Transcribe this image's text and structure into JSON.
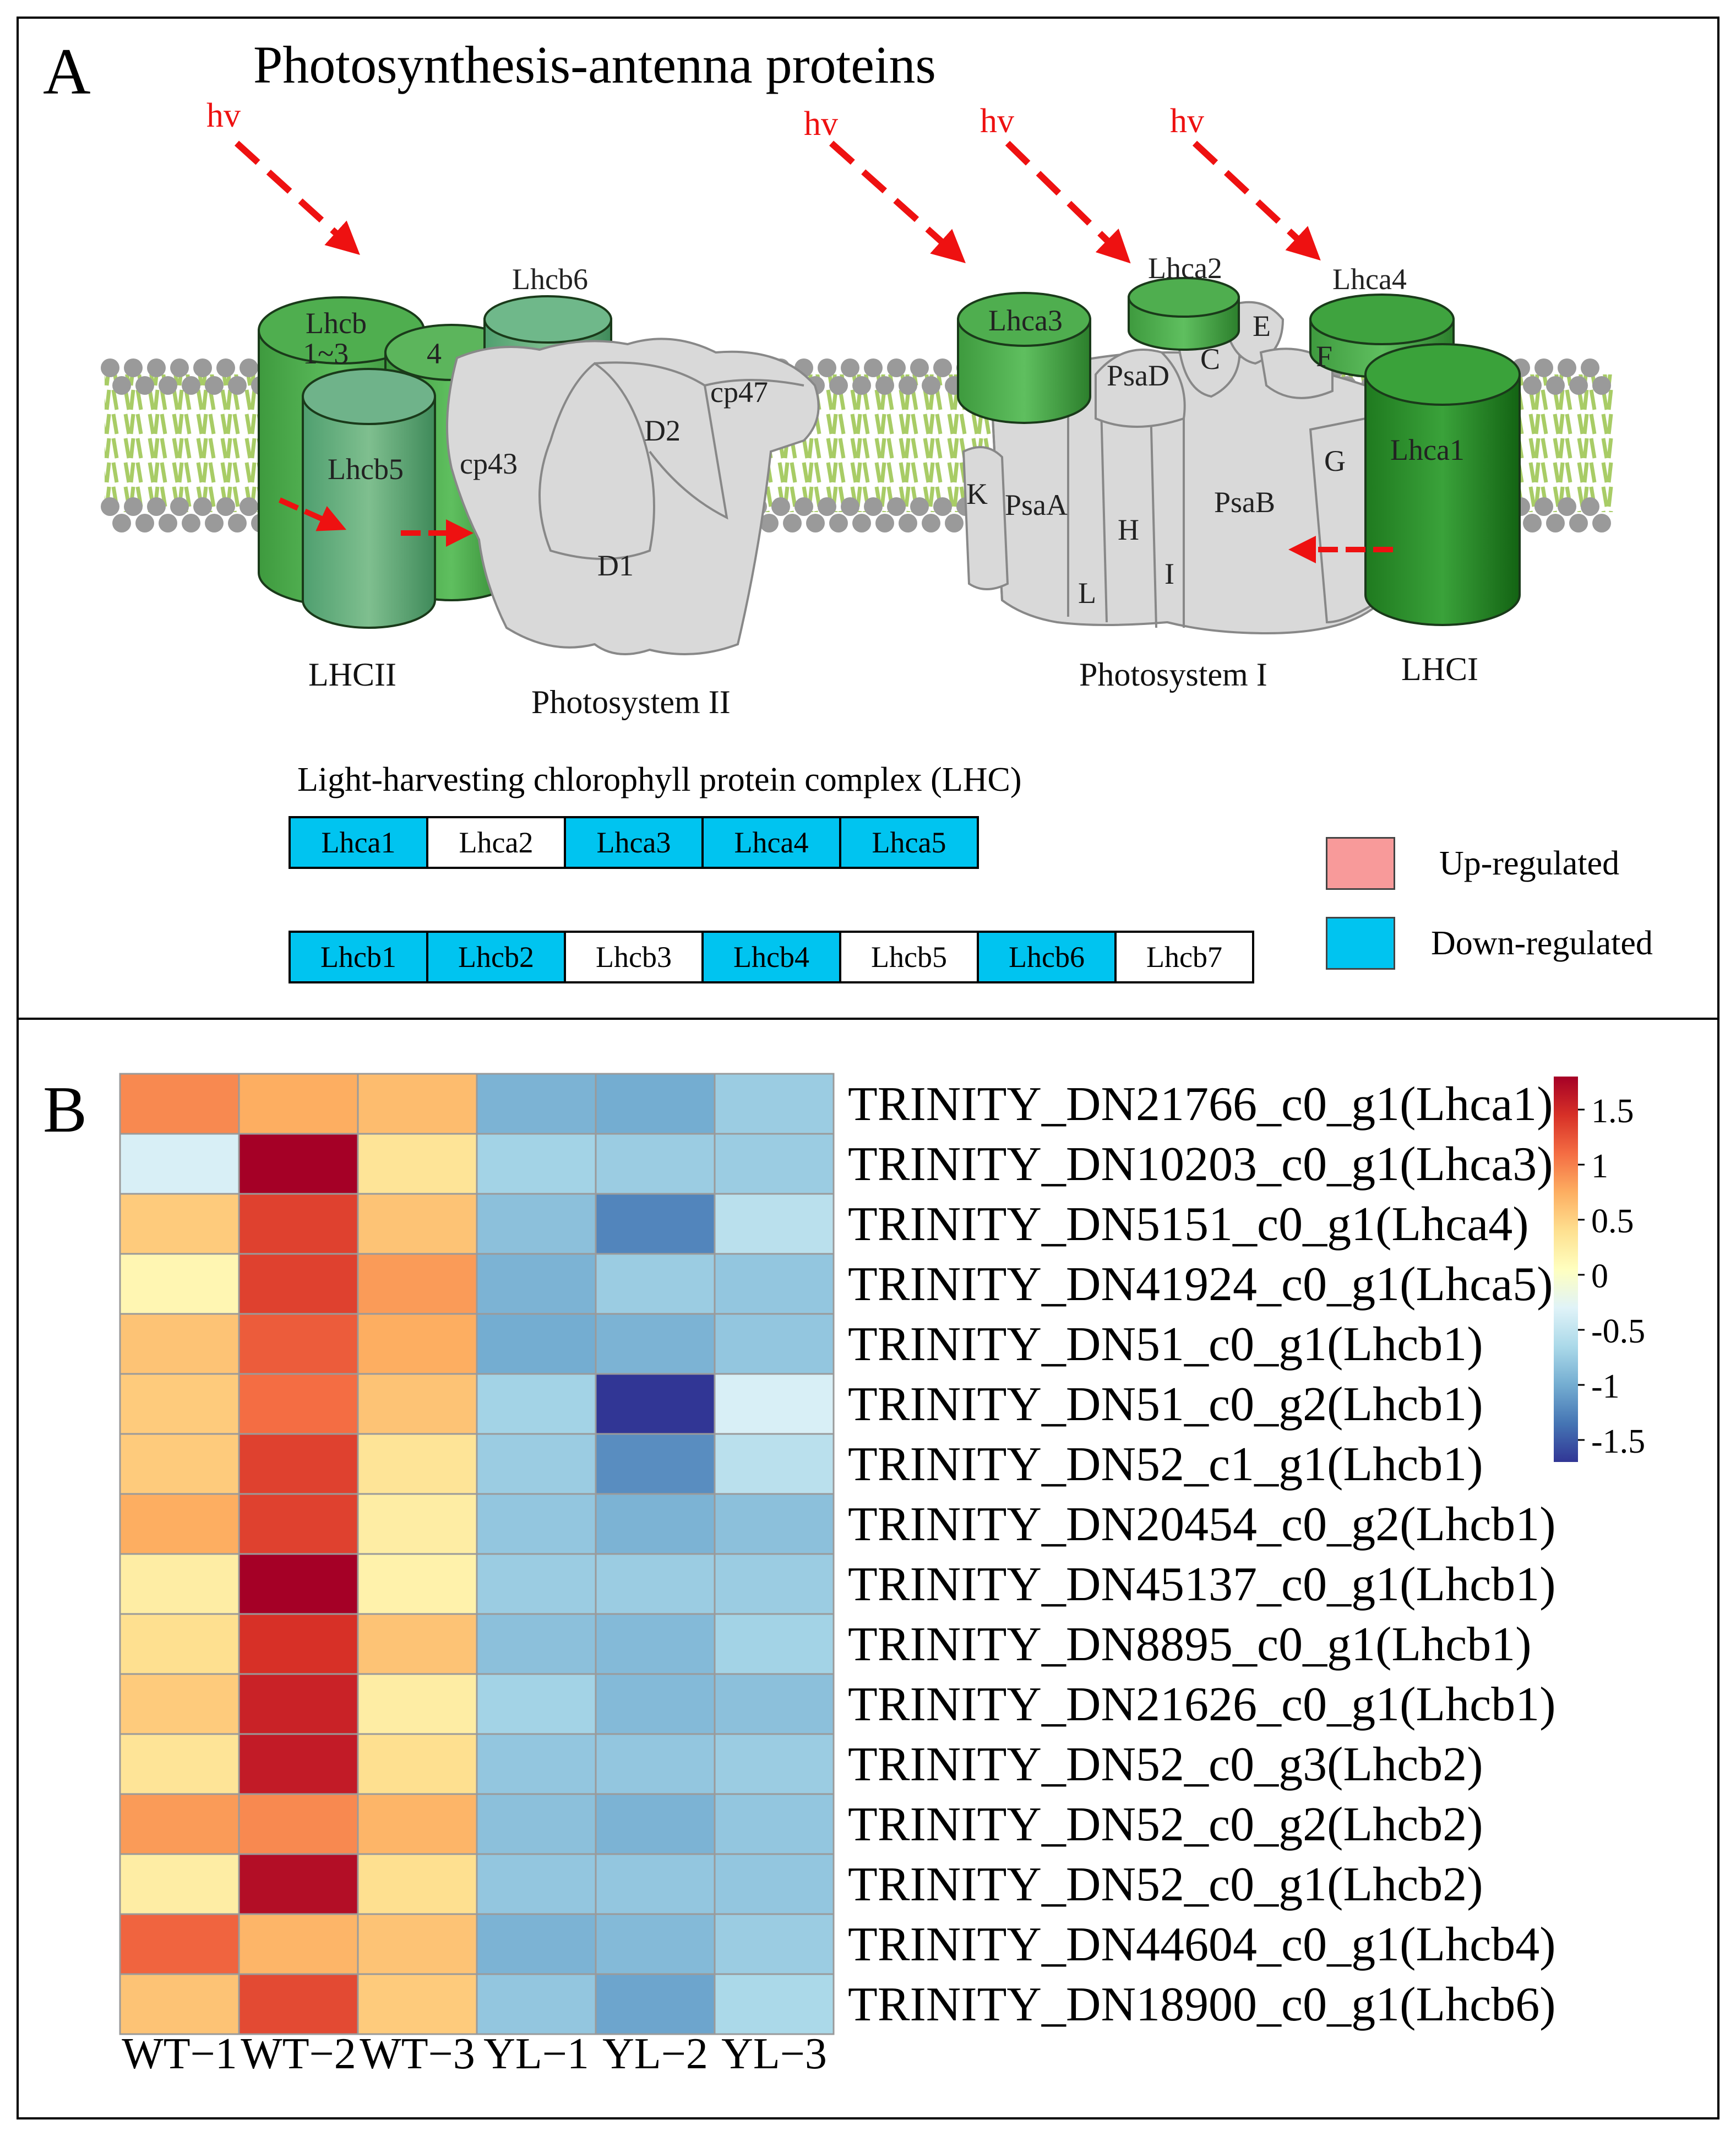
{
  "panel_a": {
    "letter": "A",
    "title": "Photosynthesis-antenna proteins",
    "light_label": "hv",
    "complex_labels": {
      "lhcii": "LHCII",
      "photosystem_ii": "Photosystem II",
      "photosystem_i": "Photosystem I",
      "lhci": "LHCI"
    },
    "protein_labels": {
      "lhcb13": "Lhcb",
      "lhcb13_sub": "1~3",
      "lhcb4": "4",
      "lhcb5": "Lhcb5",
      "lhcb6": "Lhcb6",
      "cp43": "cp43",
      "cp47": "cp47",
      "d1": "D1",
      "d2": "D2",
      "lhca1": "Lhca1",
      "lhca2": "Lhca2",
      "lhca3": "Lhca3",
      "lhca4": "Lhca4",
      "psaa": "PsaA",
      "psab": "PsaB",
      "psad": "PsaD",
      "c": "C",
      "e": "E",
      "f": "F",
      "g": "G",
      "h": "H",
      "i": "I",
      "k": "K",
      "l": "L"
    },
    "lhc_title": "Light-harvesting chlorophyll protein complex (LHC)",
    "lhca_genes": [
      {
        "label": "Lhca1",
        "status": "down"
      },
      {
        "label": "Lhca2",
        "status": "none"
      },
      {
        "label": "Lhca3",
        "status": "down"
      },
      {
        "label": "Lhca4",
        "status": "down"
      },
      {
        "label": "Lhca5",
        "status": "down"
      }
    ],
    "lhcb_genes": [
      {
        "label": "Lhcb1",
        "status": "down"
      },
      {
        "label": "Lhcb2",
        "status": "down"
      },
      {
        "label": "Lhcb3",
        "status": "none"
      },
      {
        "label": "Lhcb4",
        "status": "down"
      },
      {
        "label": "Lhcb5",
        "status": "none"
      },
      {
        "label": "Lhcb6",
        "status": "down"
      },
      {
        "label": "Lhcb7",
        "status": "none"
      }
    ],
    "legend": {
      "up": "Up-regulated",
      "down": "Down-regulated"
    },
    "colors": {
      "up": "#f89a9a",
      "down": "#00c4f0",
      "none": "#ffffff",
      "arrow": "#ee1111",
      "protein_gray": "#d9d9d9",
      "membrane_green": "#a8cc66"
    }
  },
  "panel_b": {
    "letter": "B"
  },
  "chart_data": {
    "type": "heatmap",
    "columns": [
      "WT−1",
      "WT−2",
      "WT−3",
      "YL−1",
      "YL−2",
      "YL−3"
    ],
    "rows": [
      "TRINITY_DN21766_c0_g1(Lhca1)",
      "TRINITY_DN10203_c0_g1(Lhca3)",
      "TRINITY_DN5151_c0_g1(Lhca4)",
      "TRINITY_DN41924_c0_g1(Lhca5)",
      "TRINITY_DN51_c0_g1(Lhcb1)",
      "TRINITY_DN51_c0_g2(Lhcb1)",
      "TRINITY_DN52_c1_g1(Lhcb1)",
      "TRINITY_DN20454_c0_g2(Lhcb1)",
      "TRINITY_DN45137_c0_g1(Lhcb1)",
      "TRINITY_DN8895_c0_g1(Lhcb1)",
      "TRINITY_DN21626_c0_g1(Lhcb1)",
      "TRINITY_DN52_c0_g3(Lhcb2)",
      "TRINITY_DN52_c0_g2(Lhcb2)",
      "TRINITY_DN52_c0_g1(Lhcb2)",
      "TRINITY_DN44604_c0_g1(Lhcb4)",
      "TRINITY_DN18900_c0_g1(Lhcb6)"
    ],
    "values": [
      [
        0.95,
        0.75,
        0.65,
        -0.95,
        -1.0,
        -0.75
      ],
      [
        -0.35,
        1.85,
        0.35,
        -0.7,
        -0.75,
        -0.75
      ],
      [
        0.55,
        1.35,
        0.6,
        -0.85,
        -1.25,
        -0.55
      ],
      [
        0.15,
        1.35,
        0.85,
        -0.95,
        -0.75,
        -0.8
      ],
      [
        0.6,
        1.2,
        0.75,
        -1.0,
        -0.95,
        -0.8
      ],
      [
        0.55,
        1.1,
        0.6,
        -0.7,
        -1.7,
        -0.35
      ],
      [
        0.55,
        1.35,
        0.35,
        -0.75,
        -1.2,
        -0.55
      ],
      [
        0.75,
        1.35,
        0.25,
        -0.8,
        -0.95,
        -0.85
      ],
      [
        0.25,
        1.8,
        0.2,
        -0.75,
        -0.75,
        -0.75
      ],
      [
        0.4,
        1.45,
        0.6,
        -0.85,
        -0.9,
        -0.7
      ],
      [
        0.55,
        1.55,
        0.25,
        -0.7,
        -0.9,
        -0.85
      ],
      [
        0.35,
        1.6,
        0.4,
        -0.8,
        -0.8,
        -0.75
      ],
      [
        0.85,
        0.95,
        0.7,
        -0.85,
        -0.95,
        -0.8
      ],
      [
        0.25,
        1.7,
        0.4,
        -0.8,
        -0.8,
        -0.8
      ],
      [
        1.15,
        0.7,
        0.6,
        -0.95,
        -0.9,
        -0.75
      ],
      [
        0.6,
        1.3,
        0.55,
        -0.8,
        -1.05,
        -0.65
      ]
    ],
    "colorbar": {
      "range": [
        -1.7,
        1.8
      ],
      "ticks": [
        1.5,
        1,
        0.5,
        0,
        -0.5,
        -1,
        -1.5
      ],
      "tick_labels": [
        "1.5",
        "1",
        "0.5",
        "0",
        "-0.5",
        "-1",
        "-1.5"
      ],
      "colors": [
        "#313695",
        "#4575b4",
        "#74add1",
        "#abd9e9",
        "#e0f3f8",
        "#ffffbf",
        "#fee090",
        "#fdae61",
        "#f46d43",
        "#d73027",
        "#a50026"
      ]
    },
    "grid": true
  }
}
